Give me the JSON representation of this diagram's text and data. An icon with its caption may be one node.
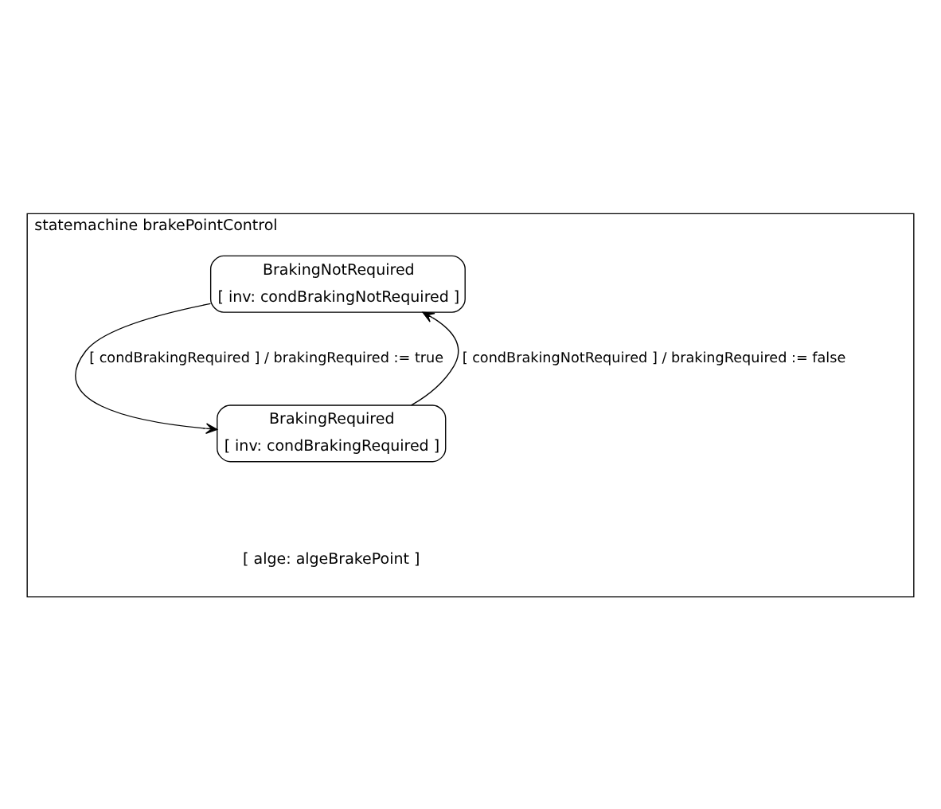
{
  "diagram": {
    "nodes": [
      {
        "text": [
          "statemachine brakePointControl",
          "[ alge: algeBrakePoint ]"
        ]
      },
      {
        "text": [
          "BrakingNotRequired",
          "[ inv: condBrakingNotRequired ]"
        ],
        "in": 0
      },
      {
        "text": [
          "BrakingRequired",
          "[ inv: condBrakingRequired ]"
        ],
        "in": 0
      }
    ],
    "edges": [
      {
        "from": 1,
        "to": 2,
        "arrow": "to",
        "label": "[ condBrakingRequired ] / brakingRequired := true"
      },
      {
        "from": 2,
        "to": 1,
        "arrow": "to",
        "label": "[ condBrakingNotRequired ] / brakingRequired := false"
      }
    ]
  }
}
